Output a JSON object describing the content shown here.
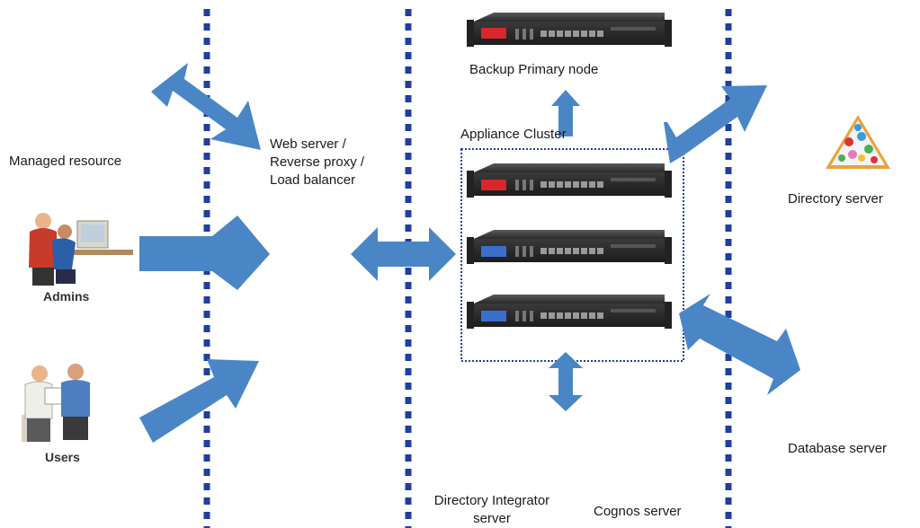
{
  "labels": {
    "managed_resource": "Managed resource",
    "web_server": "Web server /\nReverse proxy /\nLoad balancer",
    "appliance_cluster": "Appliance Cluster",
    "backup_primary_node": "Backup Primary node",
    "directory_server": "Directory server",
    "database_server": "Database server",
    "admins": "Admins",
    "users": "Users",
    "directory_integrator_server": "Directory Integrator\nserver",
    "cognos_server": "Cognos server"
  },
  "colors": {
    "arrow": "#4a86c6",
    "divider": "#1f3f9e",
    "cluster_border": "#2040a0",
    "appliance_body": "#2b2b2b",
    "red_display": "#d9262b",
    "blue_display": "#3a6fd0"
  },
  "icons": {
    "appliance": "rack-appliance-icon",
    "admins": "admins-people-icon",
    "users": "users-people-icon",
    "directory": "directory-pyramid-icon"
  }
}
